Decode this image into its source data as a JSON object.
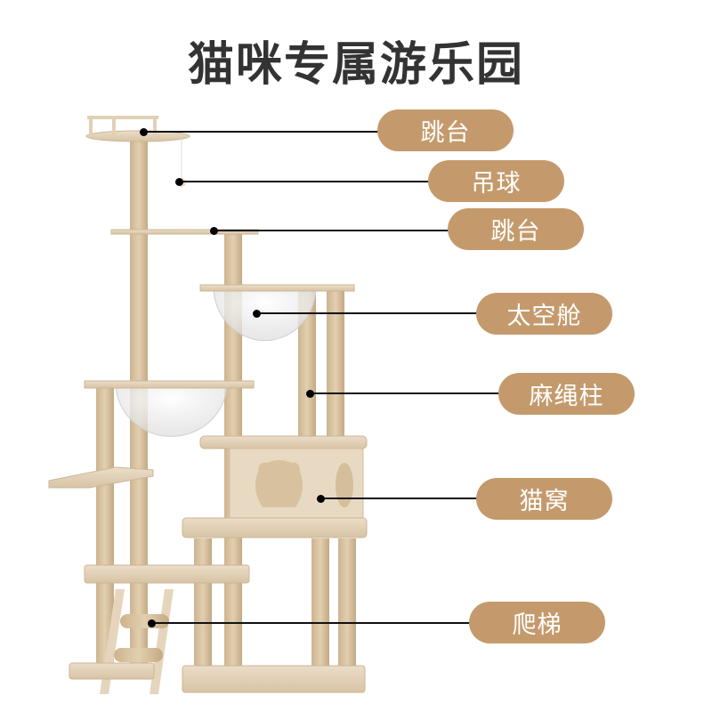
{
  "title": "猫咪专属游乐园",
  "colors": {
    "pill": "#C49A6C",
    "title": "#333333",
    "wood": "#E6D6C0",
    "rope": "#D9C4A0",
    "leader": "#111111"
  },
  "labels": [
    {
      "text": "跳台",
      "part": "top-platform"
    },
    {
      "text": "吊球",
      "part": "hanging-ball"
    },
    {
      "text": "跳台",
      "part": "middle-platform"
    },
    {
      "text": "太空舱",
      "part": "space-capsule"
    },
    {
      "text": "麻绳柱",
      "part": "sisal-post"
    },
    {
      "text": "猫窝",
      "part": "cat-condo"
    },
    {
      "text": "爬梯",
      "part": "ladder"
    }
  ]
}
